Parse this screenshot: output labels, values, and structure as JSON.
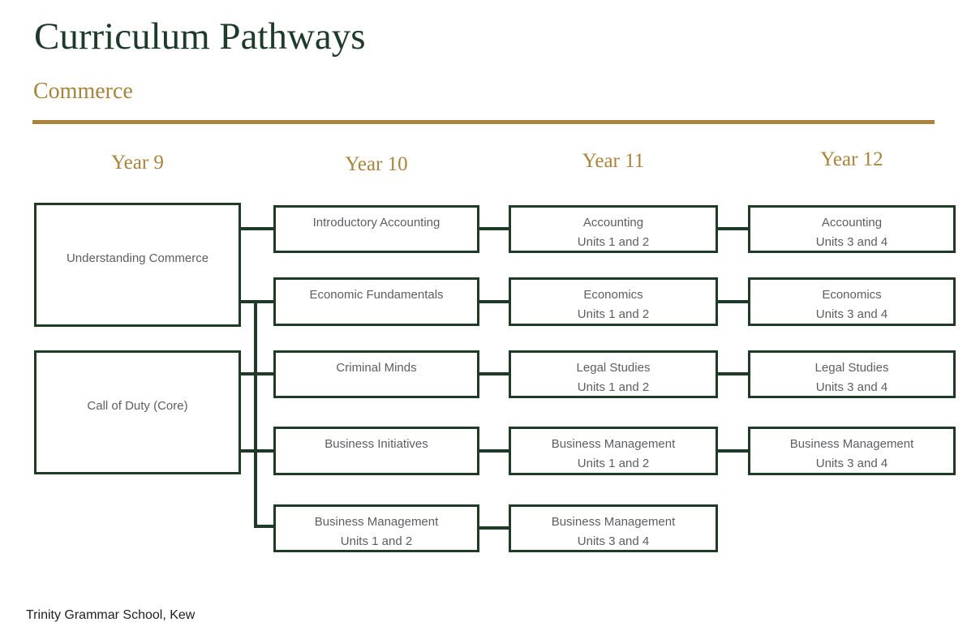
{
  "header": {
    "title": "Curriculum Pathways",
    "subtitle": "Commerce"
  },
  "column_headers": [
    "Year 9",
    "Year 10",
    "Year 11",
    "Year 12"
  ],
  "colors": {
    "accent_green": "#1f3b28",
    "accent_gold": "#a8843c",
    "box_text_gray": "#5d5e60"
  },
  "boxes": [
    {
      "id": "understanding-commerce",
      "year": "Year 9",
      "lines": [
        "Understanding Commerce"
      ]
    },
    {
      "id": "call-of-duty-core",
      "year": "Year 9",
      "lines": [
        "Call of Duty (Core)"
      ]
    },
    {
      "id": "introductory-accounting",
      "year": "Year 10",
      "lines": [
        "Introductory Accounting"
      ]
    },
    {
      "id": "accounting-units-1-2",
      "year": "Year 11",
      "lines": [
        "Accounting",
        "Units 1 and 2"
      ]
    },
    {
      "id": "accounting-units-3-4",
      "year": "Year 12",
      "lines": [
        "Accounting",
        "Units 3 and 4"
      ]
    },
    {
      "id": "economic-fundamentals",
      "year": "Year 10",
      "lines": [
        "Economic Fundamentals"
      ]
    },
    {
      "id": "economics-units-1-2",
      "year": "Year 11",
      "lines": [
        "Economics",
        "Units 1 and 2"
      ]
    },
    {
      "id": "economics-units-3-4",
      "year": "Year 12",
      "lines": [
        "Economics",
        "Units 3 and 4"
      ]
    },
    {
      "id": "criminal-minds",
      "year": "Year 10",
      "lines": [
        "Criminal Minds"
      ]
    },
    {
      "id": "legal-studies-units-1-2",
      "year": "Year 11",
      "lines": [
        "Legal Studies",
        "Units 1 and 2"
      ]
    },
    {
      "id": "legal-studies-units-3-4",
      "year": "Year 12",
      "lines": [
        "Legal Studies",
        "Units 3 and 4"
      ]
    },
    {
      "id": "business-initiatives",
      "year": "Year 10",
      "lines": [
        "Business Initiatives"
      ]
    },
    {
      "id": "business-management-units-1-2-year11",
      "year": "Year 11",
      "lines": [
        "Business Management",
        "Units 1 and 2"
      ]
    },
    {
      "id": "business-management-units-3-4-year12",
      "year": "Year 12",
      "lines": [
        "Business Management",
        "Units 3 and 4"
      ]
    },
    {
      "id": "business-management-units-1-2-year10",
      "year": "Year 10",
      "lines": [
        "Business Management",
        "Units 1 and 2"
      ]
    },
    {
      "id": "business-management-units-3-4-year11",
      "year": "Year 11",
      "lines": [
        "Business Management",
        "Units 3 and 4"
      ]
    }
  ],
  "footer": {
    "text": "Trinity Grammar School, Kew"
  }
}
